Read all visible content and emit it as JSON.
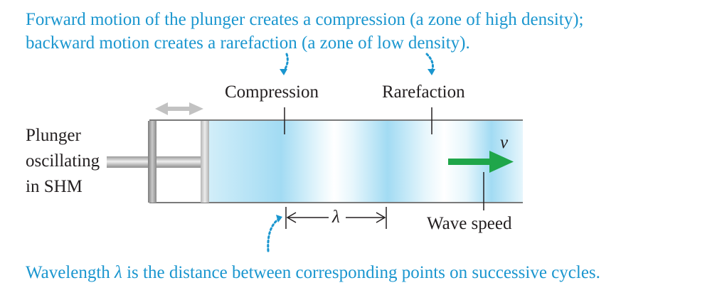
{
  "captions": {
    "top_line1": "Forward motion of the plunger creates a compression (a zone of high density);",
    "top_line2": "backward motion creates a rarefaction (a zone of low density).",
    "bottom_prefix": "Wavelength ",
    "bottom_symbol": "λ",
    "bottom_suffix": " is the distance between corresponding points on successive cycles."
  },
  "labels": {
    "compression": "Compression",
    "rarefaction": "Rarefaction",
    "plunger_line1": "Plunger",
    "plunger_line2": "oscillating",
    "plunger_line3": "in SHM",
    "velocity": "v",
    "wavelength": "λ",
    "wave_speed": "Wave speed"
  },
  "colors": {
    "caption": "#1a96cf",
    "wave_blue": "#9fdaf3",
    "arrow_green": "#1fa64a",
    "text": "#231f20"
  }
}
